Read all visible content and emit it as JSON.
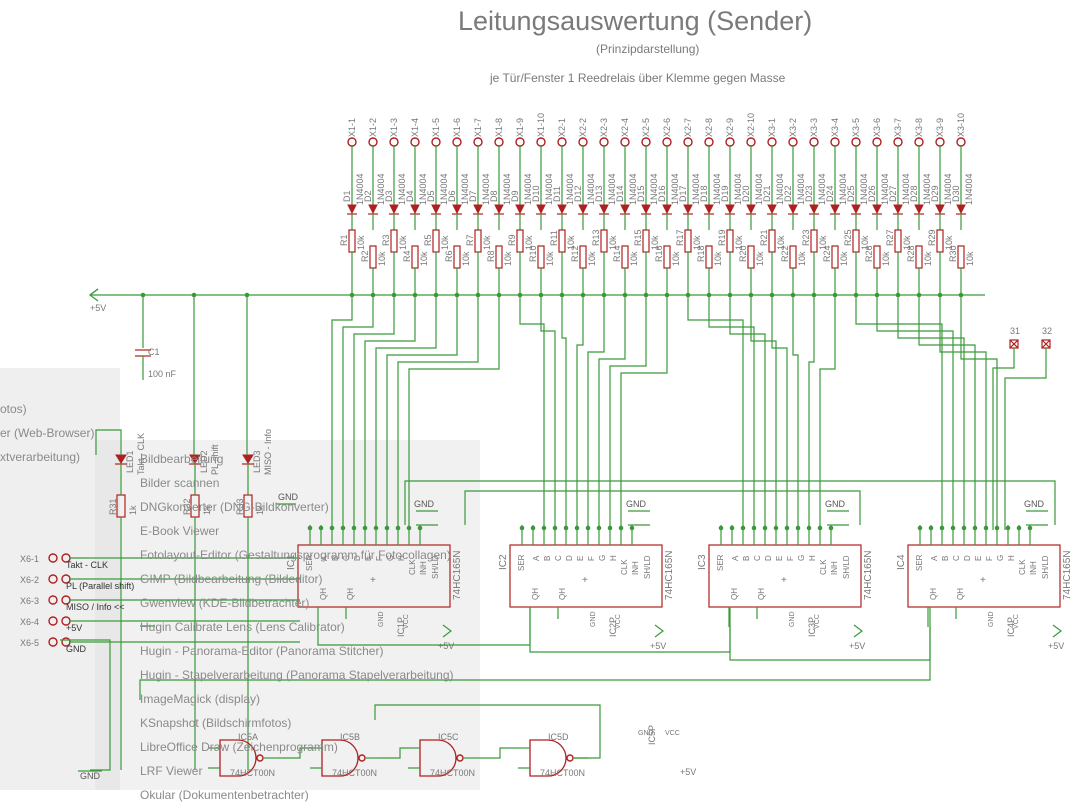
{
  "header": {
    "title": "Leitungsauswertung (Sender)",
    "subtitle": "(Prinzipdarstellung)",
    "note": "je Tür/Fenster 1 Reedrelais über Klemme gegen Masse"
  },
  "diodes": [
    "D1",
    "D2",
    "D3",
    "D4",
    "D5",
    "D6",
    "D7",
    "D8",
    "D9",
    "D10",
    "D11",
    "D12",
    "D13",
    "D14",
    "D15",
    "D16",
    "D17",
    "D18",
    "D19",
    "D20",
    "D21",
    "D22",
    "D23",
    "D24",
    "D25",
    "D26",
    "D27",
    "D28",
    "D29",
    "D30"
  ],
  "resistors": [
    "R1",
    "R2",
    "R3",
    "R4",
    "R5",
    "R6",
    "R7",
    "R8",
    "R9",
    "R10",
    "R11",
    "R12",
    "R13",
    "R14",
    "R15",
    "R16",
    "R17",
    "R18",
    "R19",
    "R20",
    "R21",
    "R22",
    "R23",
    "R24",
    "R25",
    "R26",
    "R27",
    "R28",
    "R29",
    "R30"
  ],
  "terminals": [
    "X1-1",
    "X1-2",
    "X1-3",
    "X1-4",
    "X1-5",
    "X1-6",
    "X1-7",
    "X1-8",
    "X1-9",
    "X1-10",
    "X2-1",
    "X2-2",
    "X2-3",
    "X2-4",
    "X2-5",
    "X2-6",
    "X2-7",
    "X2-8",
    "X2-9",
    "X2-10",
    "X3-1",
    "X3-2",
    "X3-3",
    "X3-4",
    "X3-5",
    "X3-6",
    "X3-7",
    "X3-8",
    "X3-9",
    "X3-10"
  ],
  "labels": {
    "diode_value": "1N4004",
    "resistor_value": "10k",
    "vcc": "+5V",
    "gnd": "GND",
    "c1": "C1",
    "c1_value": "100 nF",
    "spare1": "31",
    "spare2": "32",
    "led1": "LED1",
    "led1_func": "Takt - CLK",
    "led2": "LED2",
    "led2_func": "PL-shift",
    "led3": "LED3",
    "led3_func": "MISO - Info",
    "r31": "R31",
    "r32": "R32",
    "r33": "R33",
    "r_led_value": "1k",
    "shift_reg": "74HC165N",
    "ic1": "IC1",
    "ic2": "IC2",
    "ic3": "IC3",
    "ic4": "IC4",
    "ic1p": "IC1P",
    "ic2p": "IC2P",
    "ic3p": "IC3P",
    "ic4p": "IC4P",
    "ic5a": "IC5A",
    "ic5b": "IC5B",
    "ic5c": "IC5C",
    "ic5d": "IC5D",
    "ic5p": "IC5P",
    "nand": "74HCT00N",
    "pin_ser": "SER",
    "pin_qh": "QH",
    "pin_qh_n": "QH",
    "pin_clk": "CLK",
    "pin_inh": "INH",
    "pin_shld": "SH/LD",
    "pin_vcc": "VCC",
    "pins": [
      "A",
      "B",
      "C",
      "D",
      "E",
      "F",
      "G",
      "H"
    ]
  },
  "connector": {
    "pins": [
      "X6-1",
      "X6-2",
      "X6-3",
      "X6-4",
      "X6-5"
    ],
    "signals": [
      "Takt - CLK",
      "PL (Parallel shift)",
      "MISO / Info <<",
      "+5V",
      "GND"
    ]
  },
  "overlay_menu": {
    "items": [
      "otos)",
      "er (Web-Browser)",
      "xtverarbeitung)",
      "Bildbearbeitung",
      "Bilder scannen",
      "DNGkonverter (DNG-Bildkonverter)",
      "E-Book Viewer",
      "Fotolayout-Editor (Gestaltungsprogramm für Fotocollagen)",
      "GIMP (Bildbearbeitung (Bildeditor)",
      "Gwenview (KDE-Bildbetrachter)",
      "Hugin Calibrate Lens (Lens Calibrator)",
      "Hugin - Panorama-Editor (Panorama Stitcher)",
      "Hugin - Stapelverarbeitung (Panorama Stapelverarbeitung)",
      "ImageMagick (display)",
      "KSnapshot (Bildschirmfotos)",
      "LibreOffice Draw (Zeichenprogramm)",
      "LRF Viewer",
      "Okular (Dokumentenbetrachter)"
    ]
  }
}
